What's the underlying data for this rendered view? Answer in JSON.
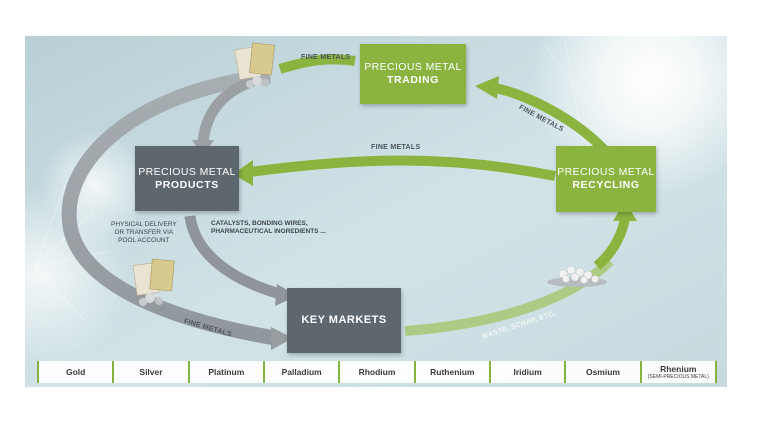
{
  "nodes": {
    "trading": {
      "line1": "PRECIOUS METAL",
      "line2": "TRADING"
    },
    "products": {
      "line1": "PRECIOUS METAL",
      "line2": "PRODUCTS"
    },
    "recycling": {
      "line1": "PRECIOUS METAL",
      "line2": "RECYCLING"
    },
    "markets": {
      "label": "KEY MARKETS"
    }
  },
  "flow_labels": {
    "fine_metals_top": "FINE METALS",
    "fine_metals_recycling": "FINE METALS",
    "fine_metals_middle": "FINE METALS",
    "fine_metals_bottom": "FINE METALS",
    "waste": "WASTE, SCRAP, ETC."
  },
  "notes": {
    "applications": [
      "CATALYSTS, BONDING WIRES,",
      "PHARMACEUTICAL INGREDIENTS ..."
    ],
    "delivery": [
      "PHYSICAL DELIVERY",
      "OR TRANSFER VIA",
      "POOL ACCOUNT"
    ]
  },
  "metals": [
    {
      "name": "Gold",
      "sub": ""
    },
    {
      "name": "Silver",
      "sub": ""
    },
    {
      "name": "Platinum",
      "sub": ""
    },
    {
      "name": "Palladium",
      "sub": ""
    },
    {
      "name": "Rhodium",
      "sub": ""
    },
    {
      "name": "Ruthenium",
      "sub": ""
    },
    {
      "name": "Iridium",
      "sub": ""
    },
    {
      "name": "Osmium",
      "sub": ""
    },
    {
      "name": "Rhenium",
      "sub": "(SEMI-PRECIOUS METAL)"
    }
  ],
  "colors": {
    "green": "#8ab43f",
    "dark_box": "#5f676e",
    "grey_arrow": "#9aa0a4",
    "sky_top": "#c3d8dd",
    "sky_bottom": "#dbe8eb"
  }
}
